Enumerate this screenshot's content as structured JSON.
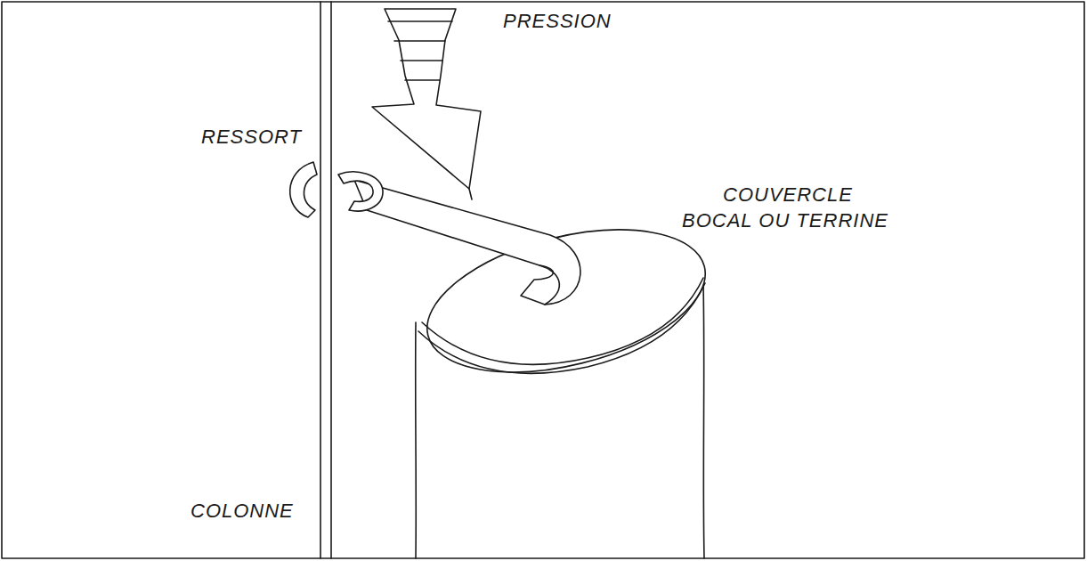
{
  "diagram": {
    "labels": [
      "PRESSION",
      "RESSORT",
      "COUVERCLE BOCAL OU TERRINE",
      "COLONNE"
    ]
  }
}
